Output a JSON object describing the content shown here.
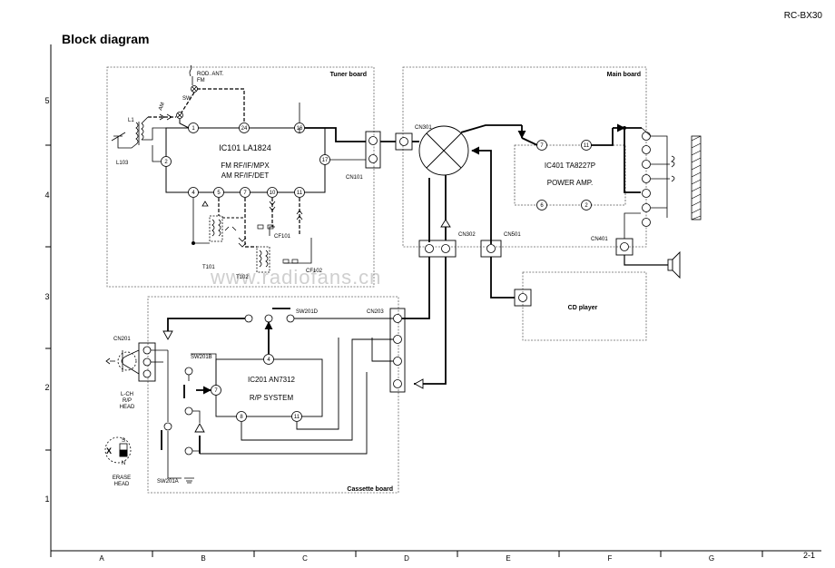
{
  "page": {
    "title": "Block diagram",
    "model": "RC-BX30",
    "page_number": "2-1",
    "watermark": "www.radiofans.cn"
  },
  "grid": {
    "columns": [
      "A",
      "B",
      "C",
      "D",
      "E",
      "F",
      "G"
    ],
    "rows": [
      "5",
      "4",
      "3",
      "2",
      "1"
    ]
  },
  "boards": {
    "tuner": "Tuner board",
    "main": "Main board",
    "cassette": "Cassette board",
    "cd": "CD player"
  },
  "ics": {
    "ic101_name": "IC101 LA1824",
    "ic101_line1": "FM RF/IF/MPX",
    "ic101_line2": "AM RF/IF/DET",
    "ic401_name": "IC401 TA8227P",
    "ic401_desc": "POWER AMP.",
    "ic201_name": "IC201 AN7312",
    "ic201_desc": "R/P SYSTEM"
  },
  "connectors": {
    "cn101": "CN101",
    "cn301": "CN301",
    "cn302": "CN302",
    "cn501": "CN501",
    "cn401": "CN401",
    "cn203": "CN203",
    "cn201": "CN201"
  },
  "components": {
    "rod_ant": "ROD. ANT.",
    "fm": "FM",
    "am": "AM",
    "sw": "SW",
    "l1": "L1",
    "l103": "L103",
    "t101": "T101",
    "t102": "T102",
    "cf101": "CF101",
    "cf102": "CF102",
    "sw201d": "SW201D",
    "sw201b": "SW201B",
    "sw201a": "SW201A",
    "head_line1": "L-CH",
    "head_line2": "R/P",
    "head_line3": "HEAD",
    "erase_line1": "ERASE",
    "erase_line2": "HEAD",
    "erase_x": "X",
    "erase_s": "S",
    "erase_n": "N"
  },
  "pins": {
    "ic101": [
      "1",
      "2",
      "4",
      "5",
      "7",
      "10",
      "11",
      "16",
      "17",
      "24"
    ],
    "ic401": [
      "7",
      "11",
      "6",
      "2"
    ],
    "ic201": [
      "4",
      "7",
      "8",
      "11"
    ]
  }
}
